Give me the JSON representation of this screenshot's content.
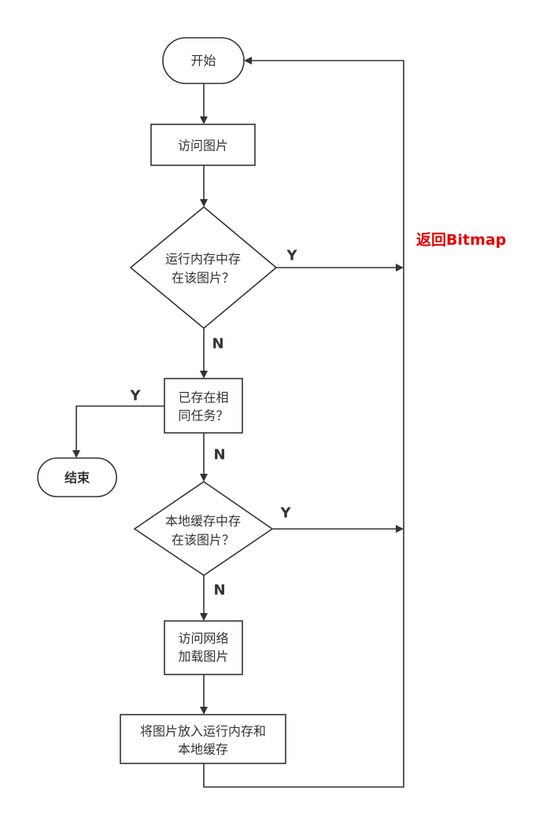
{
  "nodes": {
    "start": "开始",
    "access_image": "访问图片",
    "memory_check": [
      "运行内存中存",
      "在该图片？"
    ],
    "task_check": [
      "已存在相",
      "同任务？"
    ],
    "end": "结束",
    "disk_check": [
      "本地缓存中存",
      "在该图片？"
    ],
    "network_load": [
      "访问网络",
      "加载图片"
    ],
    "store": [
      "将图片放入运行内存和",
      "本地缓存"
    ]
  },
  "branches": {
    "memory_yes": "Y",
    "memory_no": "N",
    "task_yes": "Y",
    "task_no": "N",
    "disk_yes": "Y",
    "disk_no": "N"
  },
  "return_label": "返回Bitmap",
  "colors": {
    "stroke": "#333333",
    "return_label": "#e60000"
  }
}
